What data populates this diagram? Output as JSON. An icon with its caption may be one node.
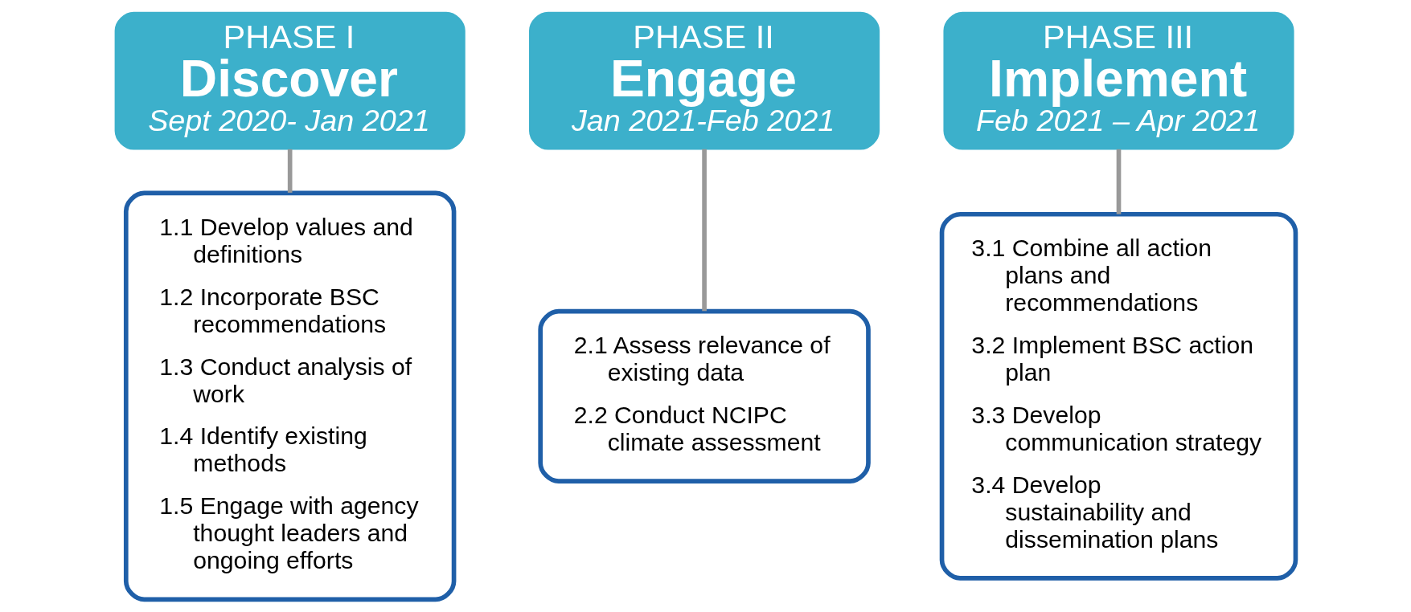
{
  "diagram": {
    "nodes": [
      {
        "text": [
          "PHASE I",
          "Discover",
          "Sept 2020- Jan 2021"
        ]
      },
      {
        "text": [
          "1.1 Develop values and definitions",
          "1.2 Incorporate BSC recommendations",
          "1.3 Conduct analysis of work",
          "1.4 Identify existing methods",
          "1.5 Engage with agency thought leaders and ongoing efforts"
        ]
      },
      {
        "text": [
          "PHASE II",
          "Engage",
          "Jan 2021-Feb 2021"
        ]
      },
      {
        "text": [
          "2.1 Assess relevance of existing data",
          "2.2 Conduct NCIPC climate assessment"
        ]
      },
      {
        "text": [
          "PHASE III",
          "Implement",
          "Feb 2021 – Apr 2021"
        ]
      },
      {
        "text": [
          "3.1 Combine all action plans and recommendations",
          "3.2 Implement BSC action plan",
          "3.3 Develop communication strategy",
          "3.4 Develop sustainability and dissemination plans"
        ]
      }
    ],
    "edges": [
      {
        "from": 0,
        "to": 1,
        "arrow": "none"
      },
      {
        "from": 2,
        "to": 3,
        "arrow": "none"
      },
      {
        "from": 4,
        "to": 5,
        "arrow": "none"
      }
    ]
  }
}
